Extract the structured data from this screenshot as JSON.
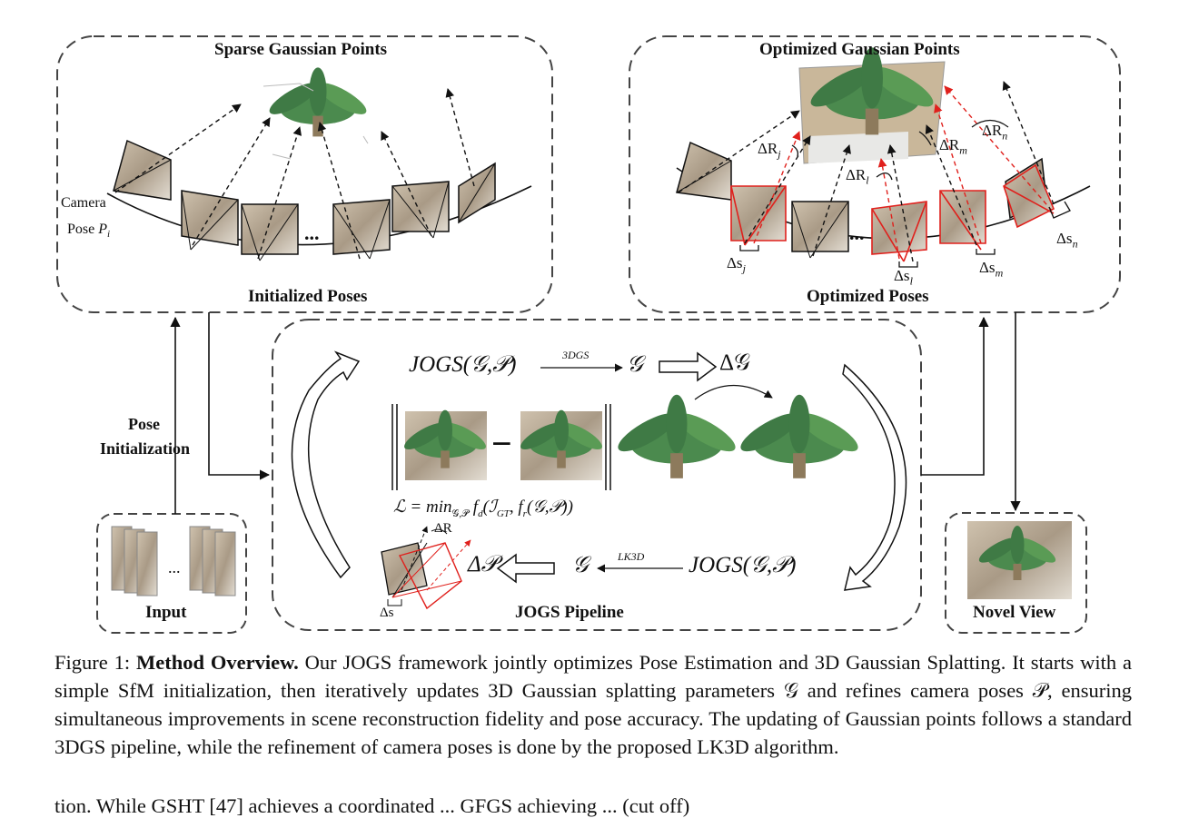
{
  "figure": {
    "top_left_title": "Sparse Gaussian Points",
    "top_left_footer": "Initialized Poses",
    "camera_label_line1": "Camera",
    "camera_label_line2": "Pose",
    "camera_label_symbol": "P",
    "camera_label_sub": "i",
    "ellipsis": "...",
    "top_right_title": "Optimized Gaussian Points",
    "top_right_footer": "Optimized Poses",
    "delta_labels": {
      "rj": "ΔR",
      "rj_sub": "j",
      "rl": "ΔR",
      "rl_sub": "l",
      "rm": "ΔR",
      "rm_sub": "m",
      "rn": "ΔR",
      "rn_sub": "n",
      "sj": "Δs",
      "sj_sub": "j",
      "sl": "Δs",
      "sl_sub": "l",
      "sm": "Δs",
      "sm_sub": "m",
      "sn": "Δs",
      "sn_sub": "n"
    },
    "pose_init_line1": "Pose",
    "pose_init_line2": "Initialization",
    "input_label": "Input",
    "input_ellipsis": "...",
    "pipeline_label": "JOGS Pipeline",
    "top_eq_left": "JOGS(𝒢,𝒫)",
    "top_eq_arrow": "3DGS",
    "top_eq_right": "𝒢",
    "top_eq_delta": "Δ𝒢",
    "loss_eq": "ℒ = min",
    "loss_sub": "𝒢,𝒫",
    "loss_rest": "f",
    "loss_d": "d",
    "loss_args": "(ℐ",
    "loss_gt": "GT",
    "loss_tail": ", f",
    "loss_r": "r",
    "loss_end": "(𝒢,𝒫))",
    "minus": "−",
    "bottom_eq_right": "JOGS(𝒢,𝒫)",
    "bottom_eq_arrow": "LK3D",
    "bottom_eq_mid": "𝒢",
    "bottom_eq_delta": "Δ𝒫",
    "small_dr": "ΔR",
    "small_ds": "Δs",
    "novel_view_label": "Novel View"
  },
  "caption": {
    "prefix": "Figure 1:",
    "bold": "Method Overview.",
    "text": "Our JOGS framework jointly optimizes Pose Estimation and 3D Gaussian Splatting. It starts with a simple SfM initialization, then iteratively updates 3D Gaussian splatting parameters 𝒢 and refines camera poses 𝒫, ensuring simultaneous improvements in scene reconstruction fidelity and pose accuracy. The updating of Gaussian points follows a standard 3DGS pipeline, while the refinement of camera poses is done by the proposed LK3D algorithm."
  },
  "cut_text": "tion.  While GSHT [47] achieves a coordinated ... GFGS achieving ... (cut off)",
  "colors": {
    "frame": "#444444",
    "red": "#e0201c",
    "plant": "#3f7a45",
    "photo_bg": "#b9a892"
  }
}
